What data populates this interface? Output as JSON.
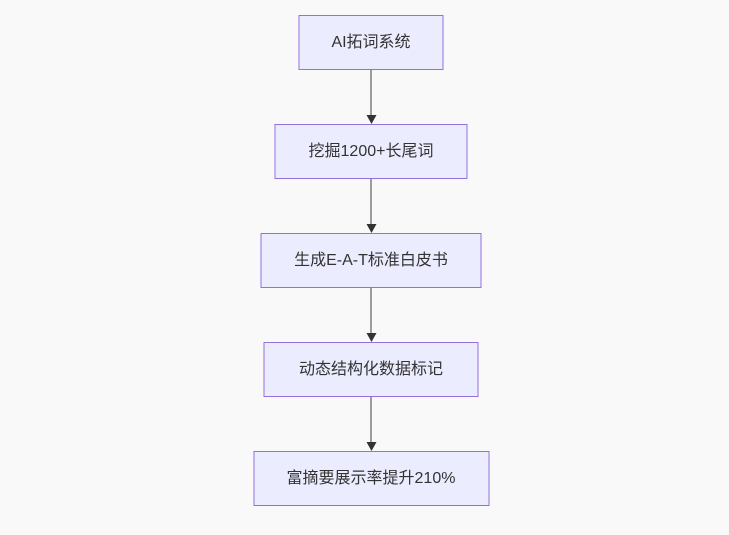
{
  "diagram": {
    "type": "flowchart",
    "direction": "top-down",
    "nodes": [
      {
        "label": "AI拓词系统"
      },
      {
        "label": "挖掘1200+长尾词"
      },
      {
        "label": "生成E-A-T标准白皮书"
      },
      {
        "label": "动态结构化数据标记"
      },
      {
        "label": "富摘要展示率提升210%"
      }
    ],
    "edges": [
      {
        "from": "AI拓词系统",
        "to": "挖掘1200+长尾词"
      },
      {
        "from": "挖掘1200+长尾词",
        "to": "生成E-A-T标准白皮书"
      },
      {
        "from": "生成E-A-T标准白皮书",
        "to": "动态结构化数据标记"
      },
      {
        "from": "动态结构化数据标记",
        "to": "富摘要展示率提升210%"
      }
    ],
    "colors": {
      "node_fill": "#ECECFF",
      "node_border": "#9370DB",
      "node_text": "#333333",
      "arrow": "#333333",
      "background": "#f9f9f9"
    }
  }
}
